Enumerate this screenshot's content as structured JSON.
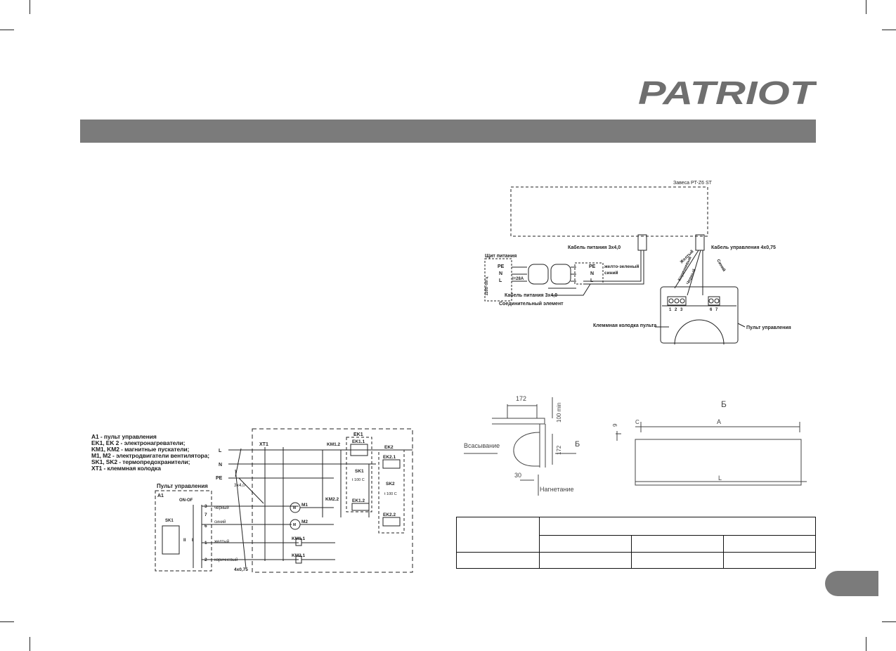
{
  "brand": {
    "logo_text": "PATRIOT"
  },
  "top_diagram": {
    "title": "Завеса PT-Z6 ST",
    "power_cable_label": "Кабель питания 3х4,0",
    "control_cable_label": "Кабель управления 4х0,75",
    "panel_label": "Щит питания",
    "panel_voltage": "220В~50Гц",
    "pe": "PE",
    "n": "N",
    "l": "L",
    "breaker": "I=28A",
    "wire_yellow_green": "желто-зеленый",
    "wire_blue": "синий",
    "power_cable_label_2": "Кабель питания 3х4,0",
    "connector_label": "Соединительный элемент",
    "terminal_block_label": "Клеммная колодка пульта",
    "control_panel_label": "Пульт управления",
    "wire_yellow": "Желтый",
    "wire_brown": "Коричневый",
    "wire_black": "Черный",
    "wire_blue_2": "Синий",
    "terminals": [
      "1",
      "2",
      "3",
      "6",
      "7"
    ]
  },
  "schematic": {
    "legend": [
      "A1 - пульт управления",
      "EK1, EK 2 - электронагреватели;",
      "KM1, KM2 - магнитные пускатели;",
      "M1, M2 - электродвигатели вентилятора;",
      "SK1, SK2 - термопредохранители;",
      "XT1 - клеммная колодка"
    ],
    "panel_title": "Пульт управления",
    "a1": "A1",
    "on_off": "ON-OF",
    "sk1": "SK1",
    "ii": "II",
    "i": "I",
    "l": "L",
    "n": "N",
    "pe": "PE",
    "cable_power": "3х4,0",
    "cable_control": "4х0,75",
    "xt1": "XT1",
    "km12": "KM1.2",
    "km22": "KM2.2",
    "ek1": "EK1",
    "ek11": "EK1.1",
    "ek12": "EK1.2",
    "ek2": "EK2",
    "ek21": "EK2.1",
    "ek22": "EK2.2",
    "sk1b": "SK1",
    "sk2": "SK2",
    "t100a": "t 100 C",
    "t100b": "t 100 C",
    "m1": "M1",
    "m2": "M2",
    "m": "M",
    "km11": "KM1.1",
    "km21": "KM2.1",
    "wire_black": "черный",
    "wire_blue": "синий",
    "wire_yellow": "желтый",
    "wire_brown": "коричневый",
    "pin3": "3",
    "pin7": "7",
    "pin6": "6",
    "pin1": "1",
    "pin2": "2"
  },
  "install_diagram": {
    "dim_172_top": "172",
    "dim_100min": "100 min",
    "dim_172_side": "172",
    "dim_30": "30",
    "intake": "Всасывание",
    "outlet": "Нагнетание",
    "b_arrow": "Б",
    "b_view": "Б",
    "dim_9": "9",
    "c": "C",
    "a": "A",
    "l": "L"
  },
  "colors": {
    "banner": "#7b7b7b",
    "logo": "#6f6f6f",
    "ink": "#1a1a1a"
  }
}
